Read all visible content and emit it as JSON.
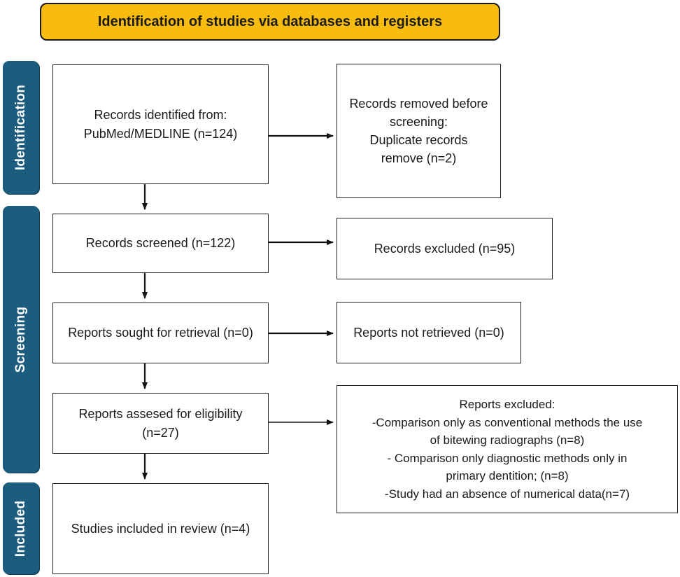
{
  "header": {
    "title": "Identification of studies via databases and registers"
  },
  "phases": {
    "identification": "Identification",
    "screening": "Screening",
    "included": "Included"
  },
  "boxes": {
    "identified": {
      "line1": "Records identified from:",
      "line2": "PubMed/MEDLINE (n=124)"
    },
    "removed": {
      "line1": "Records removed before",
      "line2": "screening:",
      "line3": "Duplicate records",
      "line4": "remove (n=2)"
    },
    "screened": "Records screened (n=122)",
    "excluded": "Records excluded (n=95)",
    "sought": "Reports sought for retrieval (n=0)",
    "not_retrieved": "Reports not retrieved (n=0)",
    "assessed": {
      "line1": "Reports assesed for eligibility",
      "line2": "(n=27)"
    },
    "reports_excluded": {
      "title": "Reports excluded:",
      "reasons": [
        "-Comparison only as conventional methods the use",
        "of bitewing radiographs (n=8)",
        "- Comparison only diagnostic methods only in",
        "primary dentition; (n=8)",
        "-Study had an absence of numerical data(n=7)"
      ]
    },
    "included": "Studies included in review (n=4)"
  },
  "colors": {
    "header_fill": "#f8bc0e",
    "phase_fill": "#1c5c7e",
    "border": "#222222"
  }
}
